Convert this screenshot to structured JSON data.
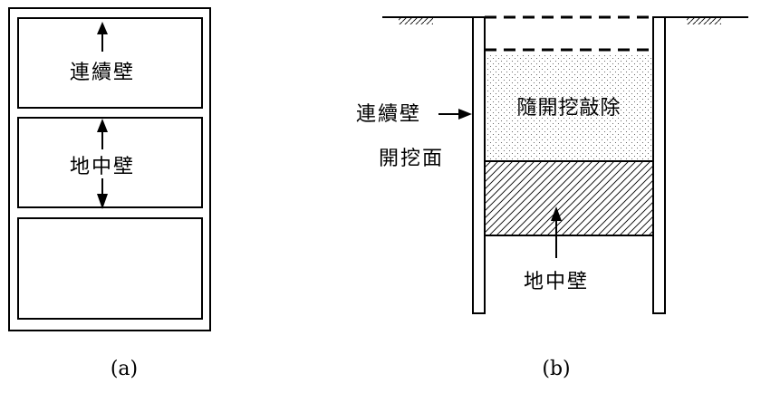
{
  "diagram_a": {
    "label_continuous_wall": "連續壁",
    "label_underground_wall": "地中壁",
    "caption": "(a)"
  },
  "diagram_b": {
    "label_continuous_wall": "連續壁",
    "label_excavation_surface": "開挖面",
    "label_remove_with_excavation": "隨開挖敲除",
    "label_underground_wall": "地中壁",
    "caption": "(b)"
  },
  "colors": {
    "line": "#000000",
    "background": "#ffffff",
    "dots": "#444444"
  }
}
